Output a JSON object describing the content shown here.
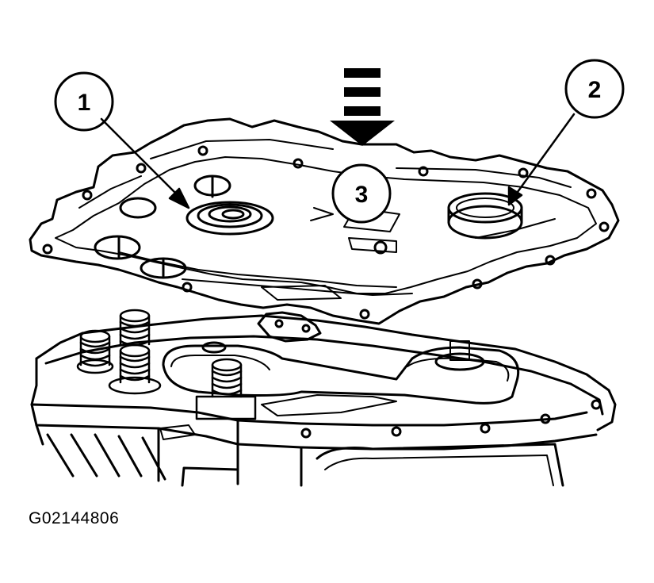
{
  "callouts": [
    {
      "label": "1",
      "name": "callout-1"
    },
    {
      "label": "2",
      "name": "callout-2"
    },
    {
      "label": "3",
      "name": "callout-3"
    }
  ],
  "figure_id": "G02144806",
  "colors": {
    "line": "#000000",
    "background": "#ffffff"
  }
}
